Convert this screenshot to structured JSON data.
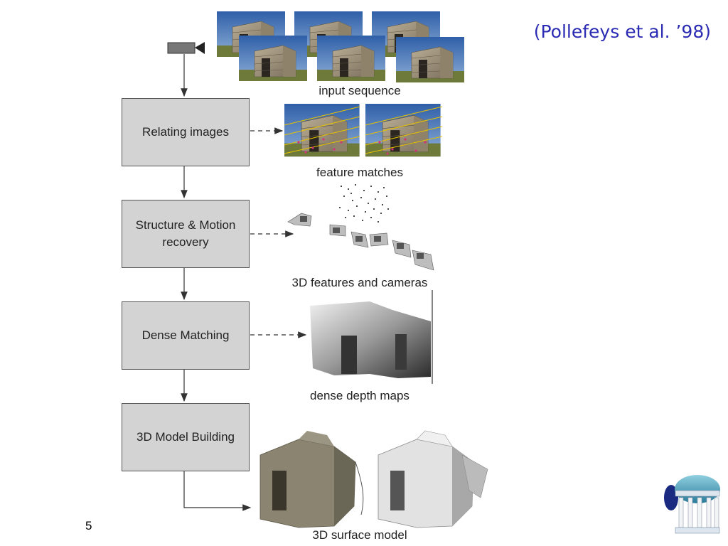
{
  "citation": "(Pollefeys et al. ’98)",
  "page_number": "5",
  "steps": [
    {
      "label": "Relating images"
    },
    {
      "label": "Structure & Motion\nrecovery"
    },
    {
      "label": "Dense Matching"
    },
    {
      "label": "3D Model Building"
    }
  ],
  "captions": {
    "input": "input sequence",
    "matches": "feature matches",
    "features": "3D features and cameras",
    "depth": "dense depth maps",
    "model": "3D surface model"
  },
  "colors": {
    "citation": "#2b2bb3",
    "box_fill": "#d3d3d3",
    "epipolar_lines": "#e6c200"
  },
  "icons": [
    "video-camera-icon",
    "university-rotunda-logo"
  ]
}
